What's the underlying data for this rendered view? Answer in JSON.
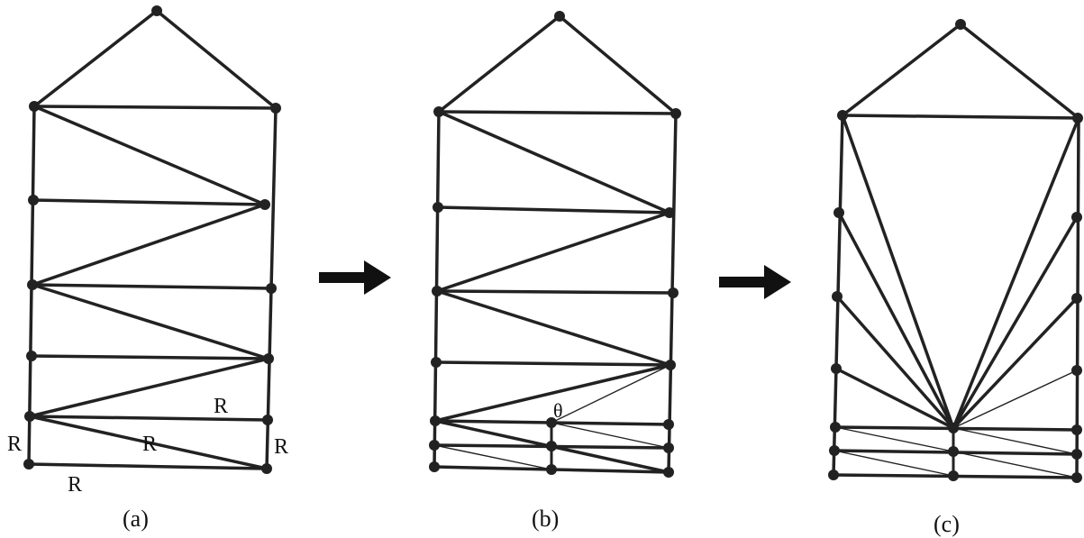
{
  "colors": {
    "ink": "#222222",
    "arrow": "#111111",
    "background": "#ffffff"
  },
  "panels": [
    {
      "caption": "(a)",
      "edge_labels": [
        "R",
        "R",
        "R",
        "R",
        "R"
      ],
      "angle_label": ""
    },
    {
      "caption": "(b)",
      "edge_labels": [],
      "angle_label": "θ"
    },
    {
      "caption": "(c)",
      "edge_labels": [],
      "angle_label": ""
    }
  ],
  "transition_arrows": [
    "arrow-right-icon",
    "arrow-right-icon"
  ]
}
